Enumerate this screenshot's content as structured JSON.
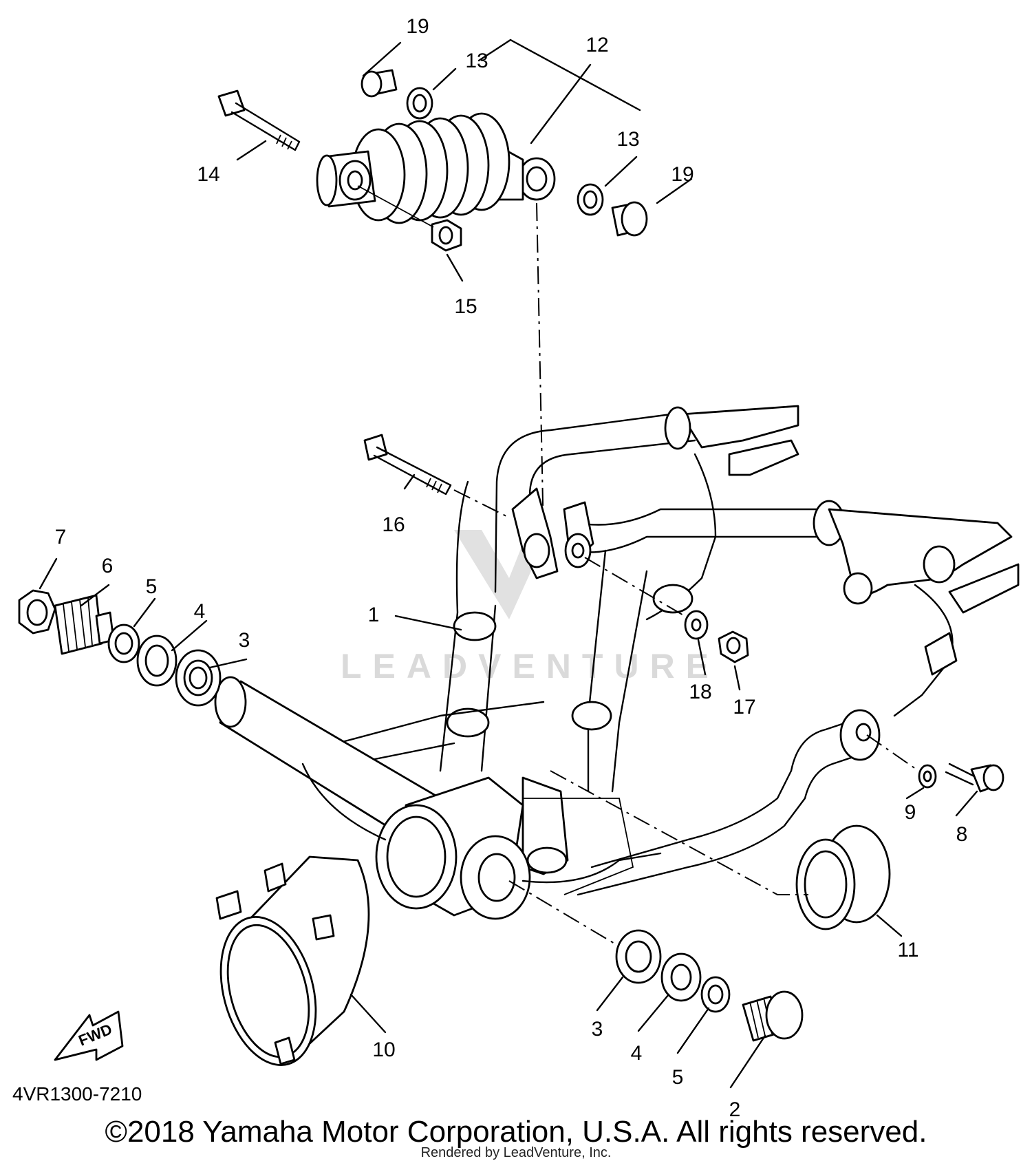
{
  "diagram": {
    "callouts": [
      {
        "id": "c1",
        "label": "1"
      },
      {
        "id": "c2",
        "label": "2"
      },
      {
        "id": "c3a",
        "label": "3"
      },
      {
        "id": "c3b",
        "label": "3"
      },
      {
        "id": "c4a",
        "label": "4"
      },
      {
        "id": "c4b",
        "label": "4"
      },
      {
        "id": "c5a",
        "label": "5"
      },
      {
        "id": "c5b",
        "label": "5"
      },
      {
        "id": "c6",
        "label": "6"
      },
      {
        "id": "c7",
        "label": "7"
      },
      {
        "id": "c8",
        "label": "8"
      },
      {
        "id": "c9",
        "label": "9"
      },
      {
        "id": "c10",
        "label": "10"
      },
      {
        "id": "c11",
        "label": "11"
      },
      {
        "id": "c12",
        "label": "12"
      },
      {
        "id": "c13a",
        "label": "13"
      },
      {
        "id": "c13b",
        "label": "13"
      },
      {
        "id": "c14",
        "label": "14"
      },
      {
        "id": "c15",
        "label": "15"
      },
      {
        "id": "c16",
        "label": "16"
      },
      {
        "id": "c17",
        "label": "17"
      },
      {
        "id": "c18",
        "label": "18"
      },
      {
        "id": "c19a",
        "label": "19"
      },
      {
        "id": "c19b",
        "label": "19"
      }
    ],
    "fwd_label": "FWD",
    "watermark": "LEADVENTURE"
  },
  "footer": {
    "diagram_code": "4VR1300-7210",
    "copyright": "©2018 Yamaha Motor Corporation, U.S.A. All rights reserved.",
    "rendered_by": "Rendered by LeadVenture, Inc."
  }
}
